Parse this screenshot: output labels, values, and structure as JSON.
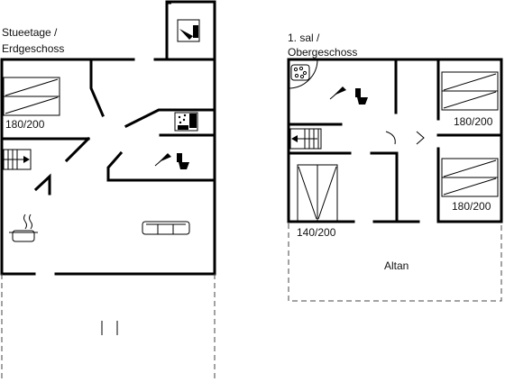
{
  "floors": [
    {
      "name_line1": "Stueetage /",
      "name_line2": "Erdgeschoss",
      "bed_label": "180/200"
    },
    {
      "name_line1": "1. sal /",
      "name_line2": "Obergeschoss",
      "bed_labels": [
        "180/200",
        "180/200",
        "140/200"
      ],
      "balcony_label": "Altan"
    }
  ]
}
